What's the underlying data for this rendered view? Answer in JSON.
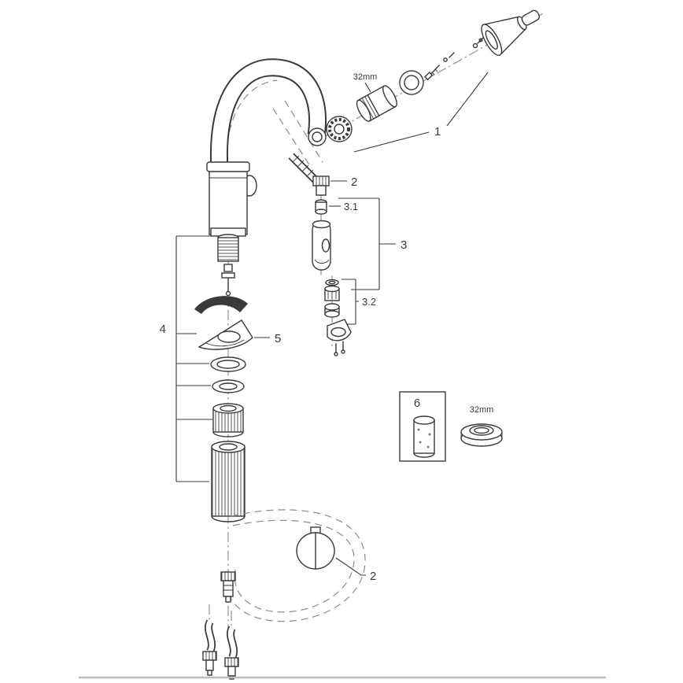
{
  "colors": {
    "line": "#3a3a3a",
    "axis": "#8a8a8a",
    "divider": "#bdbdbd",
    "background": "#ffffff"
  },
  "diagram": {
    "callouts": {
      "part1": "1",
      "part2_top": "2",
      "part3": "3",
      "part3_1": "3.1",
      "part3_2": "3.2",
      "part4": "4",
      "part5": "5",
      "part6": "6",
      "part2_bottom": "2",
      "aerator_size_top": "32mm",
      "aerator_size_box": "32mm"
    }
  }
}
